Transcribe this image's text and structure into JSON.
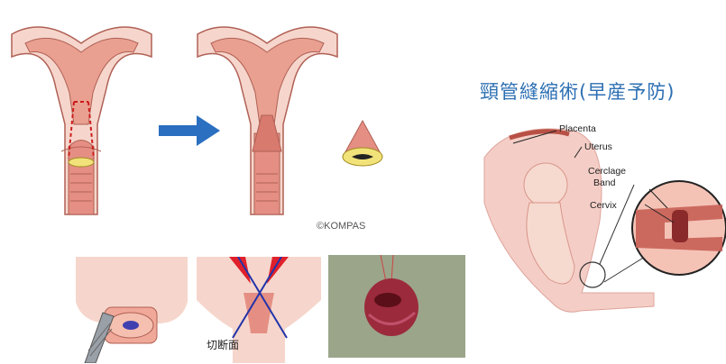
{
  "title": "頸管縫縮術(早産予防)",
  "credit": "©KOMPAS",
  "cut_label": "切断面",
  "annotations": {
    "placenta": "Placenta",
    "uterus": "Uterus",
    "cerclage_line1": "Cerclage",
    "cerclage_line2": "Band",
    "cervix": "Cervix"
  },
  "colors": {
    "arrow": "#2a6fc0",
    "title": "#2c6fb3",
    "tissue": "#e9a090",
    "tissue_dark": "#c85f55",
    "cut_red": "#e0202a",
    "cut_blue": "#2233aa"
  }
}
